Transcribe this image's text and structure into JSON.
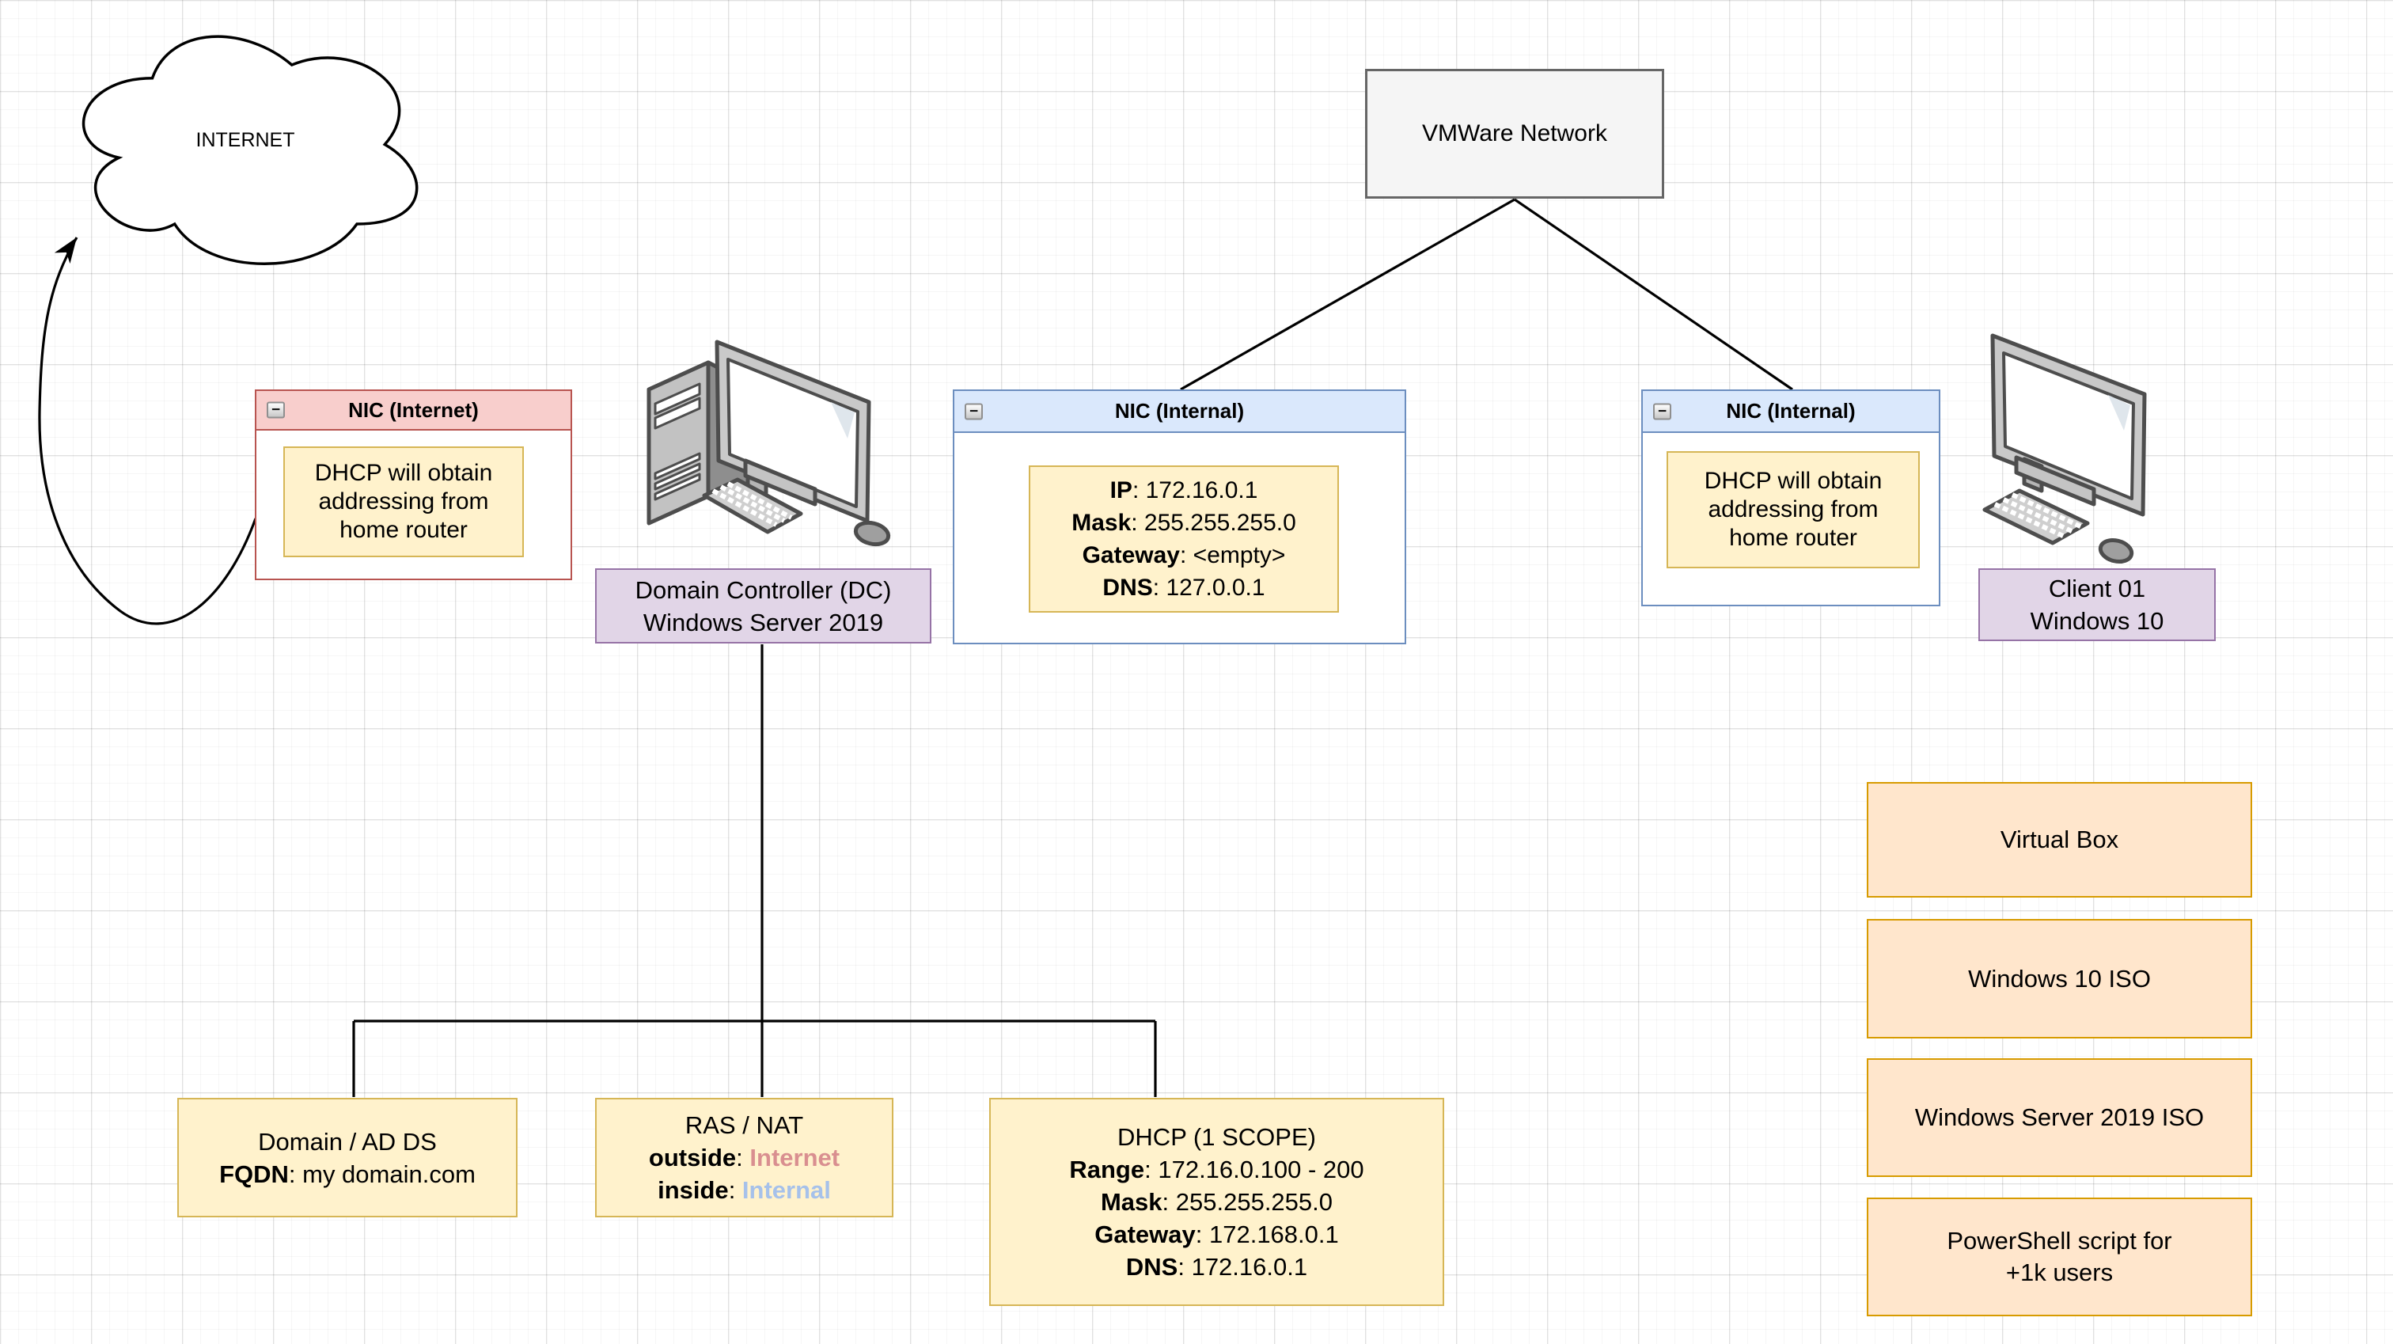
{
  "ui": {
    "colon": ": "
  },
  "icons": {
    "collapse_glyph": "−"
  },
  "cloud": {
    "label": "INTERNET"
  },
  "vmware": {
    "label": "VMWare Network",
    "fill": "#f5f5f5",
    "border": "#666666"
  },
  "nic_internet": {
    "title": "NIC (Internet)",
    "note": "DHCP will obtain addressing from home router",
    "header_fill": "#f8cecc",
    "border": "#b85450"
  },
  "nic_internal_dc": {
    "title": "NIC (Internal)",
    "header_fill": "#dae8fc",
    "border": "#6c8ebf",
    "fields": [
      {
        "label": "IP",
        "value": "172.16.0.1"
      },
      {
        "label": "Mask",
        "value": "255.255.255.0"
      },
      {
        "label": "Gateway",
        "value": "<empty>"
      },
      {
        "label": "DNS",
        "value": "127.0.0.1"
      }
    ]
  },
  "nic_internal_client": {
    "title": "NIC (Internal)",
    "note": "DHCP will obtain addressing from home router",
    "header_fill": "#dae8fc",
    "border": "#6c8ebf"
  },
  "dc": {
    "line1": "Domain Controller (DC)",
    "line2": "Windows Server 2019"
  },
  "client": {
    "line1": "Client 01",
    "line2": "Windows 10"
  },
  "domain_box": {
    "title": "Domain / AD DS",
    "field": {
      "label": "FQDN",
      "value": "my domain.com"
    }
  },
  "ras_box": {
    "title": "RAS / NAT",
    "outside": {
      "label": "outside",
      "value": "Internet",
      "value_color": "#d98f90"
    },
    "inside": {
      "label": "inside",
      "value": "Internal",
      "value_color": "#a6c1ea"
    }
  },
  "dhcp_box": {
    "title": "DHCP (1 SCOPE)",
    "fields": [
      {
        "label": "Range",
        "value": "172.16.0.100 - 200"
      },
      {
        "label": "Mask",
        "value": "255.255.255.0"
      },
      {
        "label": "Gateway",
        "value": "172.168.0.1"
      },
      {
        "label": "DNS",
        "value": "172.16.0.1"
      }
    ]
  },
  "resources": {
    "virtualbox": "Virtual Box",
    "win10_iso": "Windows 10 ISO",
    "server2019_iso": "Windows Server 2019 ISO",
    "powershell_line1": "PowerShell script for",
    "powershell_line2": "+1k users"
  },
  "colors": {
    "note_fill": "#fff2cc",
    "note_border": "#d6b656",
    "label_fill": "#e1d5e7",
    "label_border": "#9673a6",
    "resource_fill": "#ffe6cc",
    "resource_border": "#d79b00"
  }
}
